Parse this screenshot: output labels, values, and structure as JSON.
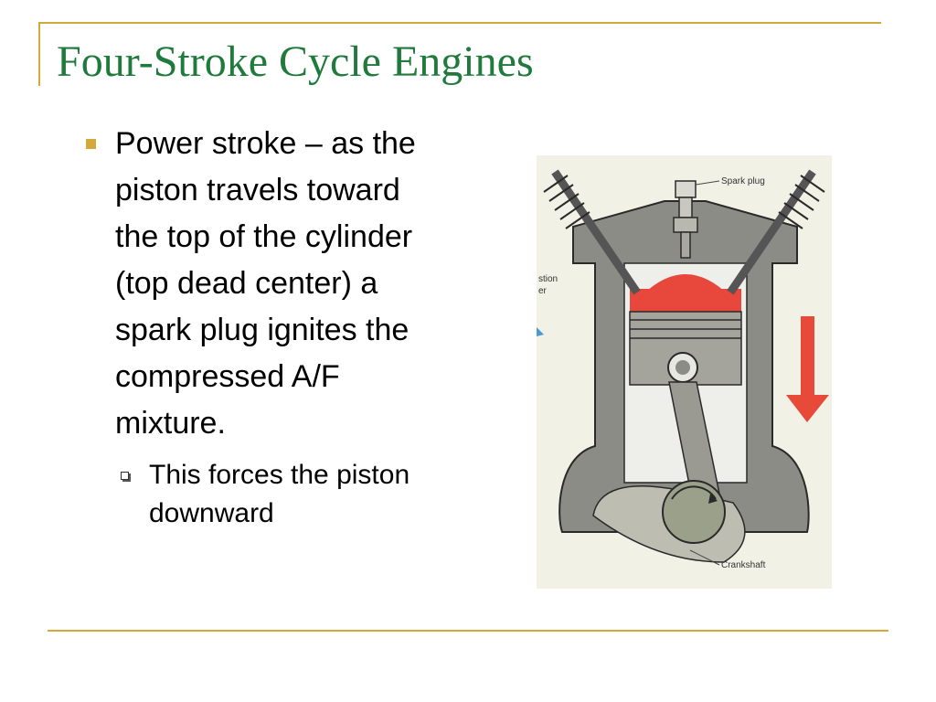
{
  "slide": {
    "title": "Four-Stroke Cycle Engines",
    "bullets": [
      {
        "text": "Power stroke – as the piston travels toward the top of the cylinder (top dead center) a spark plug ignites the compressed A/F mixture.",
        "sub": [
          "This forces the piston downward"
        ]
      }
    ]
  },
  "diagram": {
    "labels": {
      "spark_plug": "Spark plug",
      "crankshaft": "Crankshaft",
      "combustion_line1": "stion",
      "combustion_line2": "er"
    },
    "colors": {
      "combustion": "#e8473c",
      "arrow": "#e84a3a",
      "engine_gray": "#8c8c86",
      "background": "#f2f1e6"
    }
  },
  "theme": {
    "accent": "#d4a83a",
    "title_color": "#1f7a3c"
  }
}
